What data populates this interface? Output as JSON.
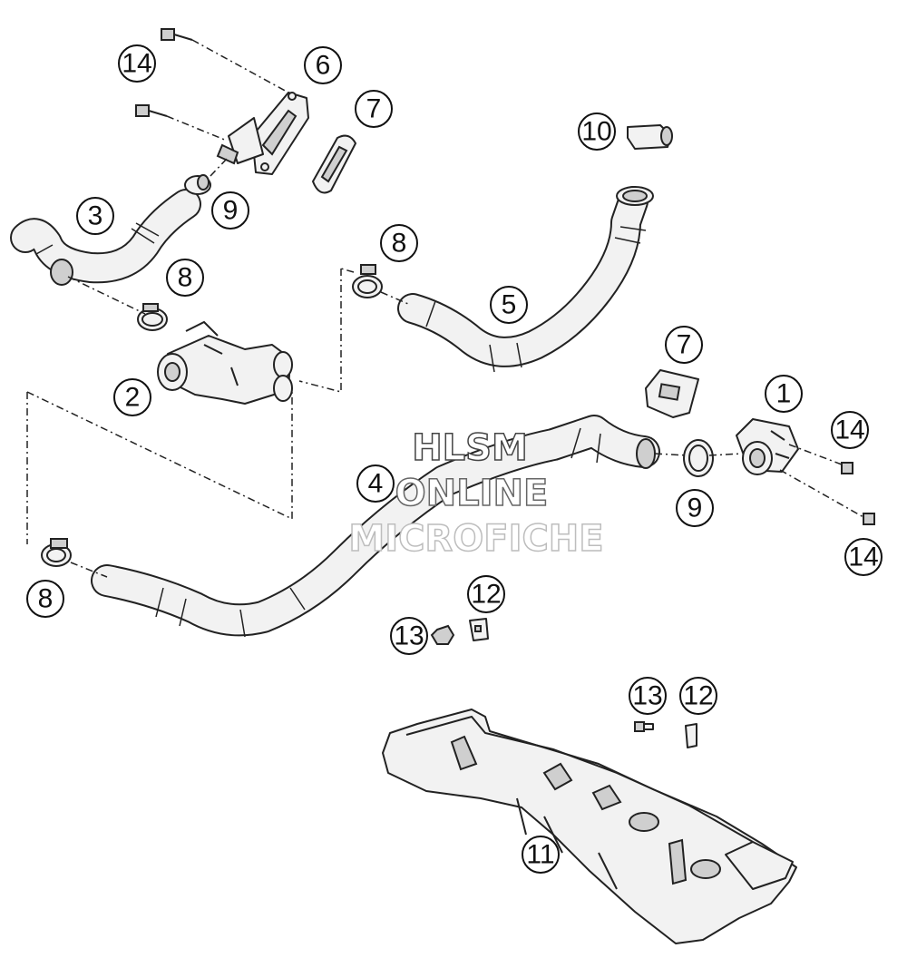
{
  "callouts": [
    {
      "id": "c1",
      "label": "1"
    },
    {
      "id": "c2",
      "label": "2"
    },
    {
      "id": "c3",
      "label": "3"
    },
    {
      "id": "c4",
      "label": "4"
    },
    {
      "id": "c5",
      "label": "5"
    },
    {
      "id": "c6",
      "label": "6"
    },
    {
      "id": "c7a",
      "label": "7"
    },
    {
      "id": "c7b",
      "label": "7"
    },
    {
      "id": "c8a",
      "label": "8"
    },
    {
      "id": "c8b",
      "label": "8"
    },
    {
      "id": "c8c",
      "label": "8"
    },
    {
      "id": "c9a",
      "label": "9"
    },
    {
      "id": "c9b",
      "label": "9"
    },
    {
      "id": "c10",
      "label": "10"
    },
    {
      "id": "c11",
      "label": "11"
    },
    {
      "id": "c12a",
      "label": "12"
    },
    {
      "id": "c12b",
      "label": "12"
    },
    {
      "id": "c13a",
      "label": "13"
    },
    {
      "id": "c13b",
      "label": "13"
    },
    {
      "id": "c14a",
      "label": "14"
    },
    {
      "id": "c14b",
      "label": "14"
    },
    {
      "id": "c14c",
      "label": "14"
    }
  ],
  "watermark": {
    "line1": "HLSM",
    "line2": "ONLINE",
    "line3": "MICROFICHE"
  },
  "colors": {
    "stroke": "#222222",
    "part_fill": "#f2f2f2",
    "shade": "#cfcfcf",
    "watermark": "#bdbdbd"
  }
}
